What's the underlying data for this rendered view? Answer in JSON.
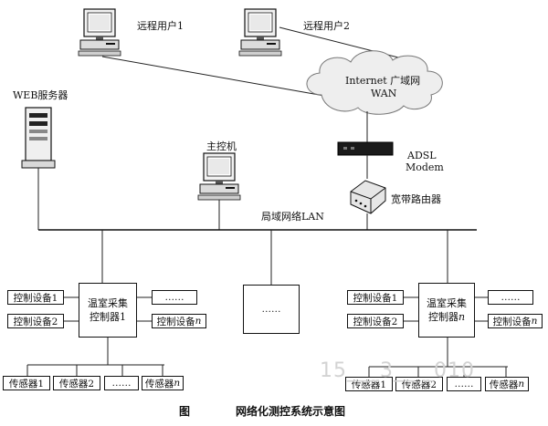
{
  "remote_user_1": "远程用户1",
  "remote_user_2": "远程用户2",
  "web_server": "WEB服务器",
  "internet_line1": "Internet 广域网",
  "internet_line2": "WAN",
  "main_computer": "主控机",
  "adsl_line1": "ADSL",
  "adsl_line2": "Modem",
  "router": "宽带路由器",
  "lan": "局域网络LAN",
  "left_group": {
    "ctrl_dev_1": "控制设备1",
    "ctrl_dev_2": "控制设备2",
    "ctrl_dev_n_text": "控制设备",
    "n": "n",
    "dots": "……",
    "controller_line1": "温室采集",
    "controller_line2": "控制器1",
    "sensor_1": "传感器1",
    "sensor_2": "传感器2",
    "sensor_dots": "……",
    "sensor_n_text": "传感器"
  },
  "middle_box": "……",
  "right_group": {
    "ctrl_dev_1": "控制设备1",
    "ctrl_dev_2": "控制设备2",
    "ctrl_dev_n_text": "控制设备",
    "n": "n",
    "dots": "……",
    "controller_line1": "温室采集",
    "controller_line2_text": "控制器",
    "sensor_1": "传感器1",
    "sensor_2": "传感器2",
    "sensor_dots": "……",
    "sensor_n_text": "传感器"
  },
  "caption_prefix": "图",
  "caption_title": "网络化测控系统示意图",
  "watermark": "15___3__  _010"
}
